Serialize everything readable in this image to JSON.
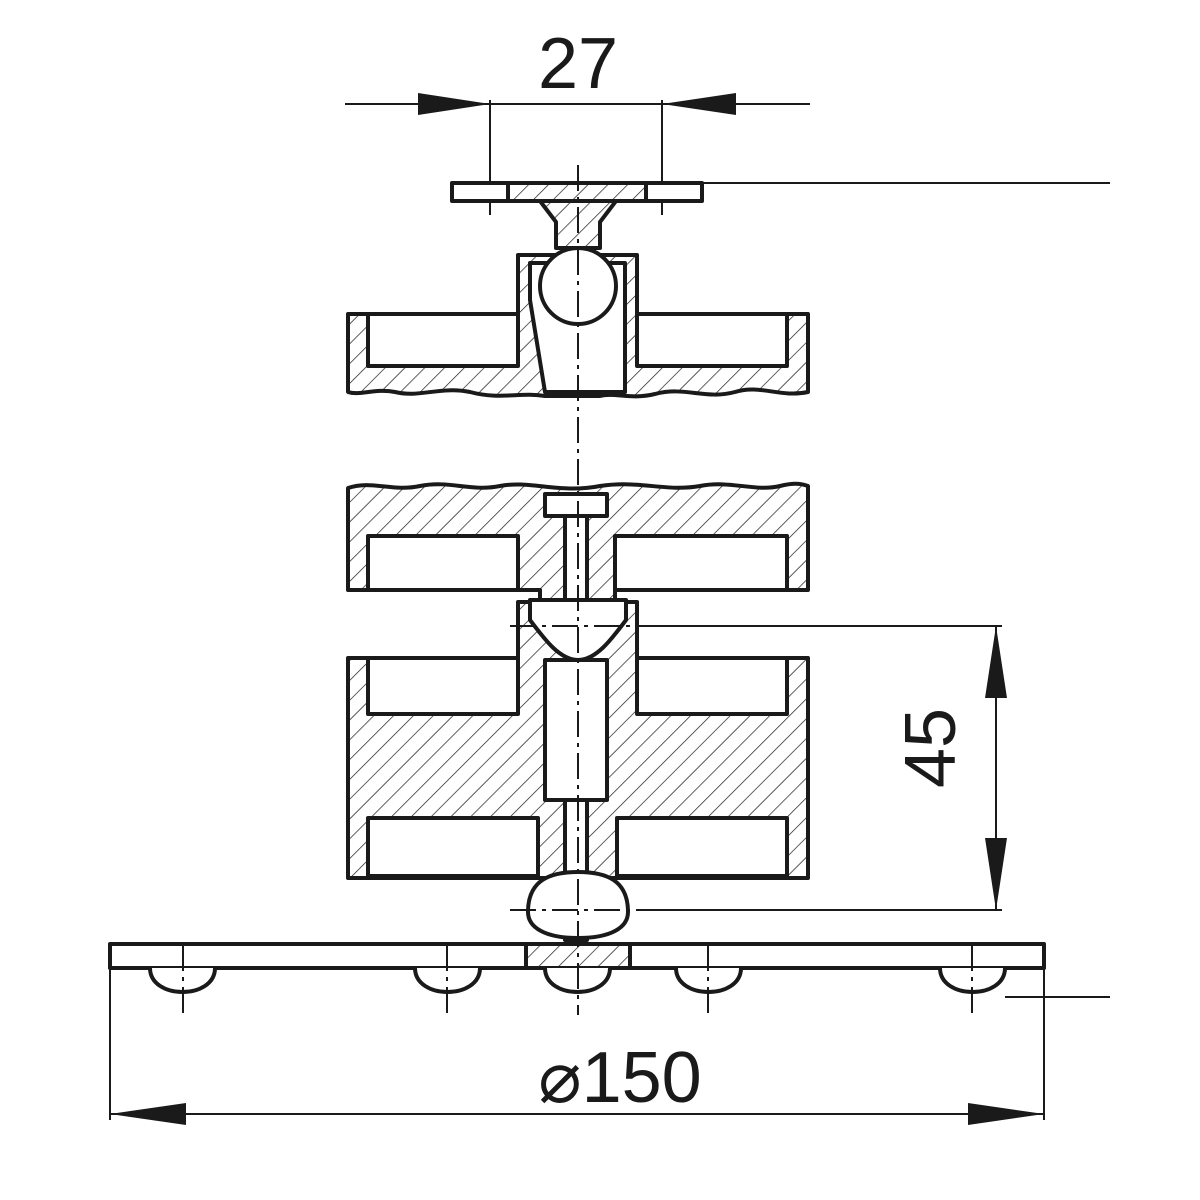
{
  "dimensions": {
    "top_width": "27",
    "height": "45",
    "diameter": "⌀150"
  },
  "colors": {
    "ink": "#1a1a1a",
    "background": "#ffffff"
  }
}
